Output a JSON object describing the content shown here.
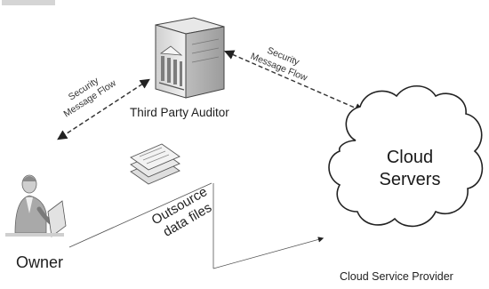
{
  "auditor": {
    "label": "Third Party Auditor"
  },
  "owner": {
    "label": "Owner"
  },
  "cloud": {
    "line1": "Cloud",
    "line2": "Servers",
    "provider_label": "Cloud Service Provider"
  },
  "flows": {
    "left": {
      "line1": "Security",
      "line2": "Message Flow"
    },
    "right": {
      "line1": "Security",
      "line2": "Message Flow"
    },
    "outsource": {
      "line1": "Outsource",
      "line2": "data files"
    }
  },
  "colors": {
    "ink": "#1e1e1e",
    "cloud_stroke": "#222222",
    "server_body": "#e6e6e6"
  },
  "icons": {
    "auditor": "server-building-icon",
    "owner": "person-at-laptop-icon",
    "files": "stacked-documents-icon"
  }
}
